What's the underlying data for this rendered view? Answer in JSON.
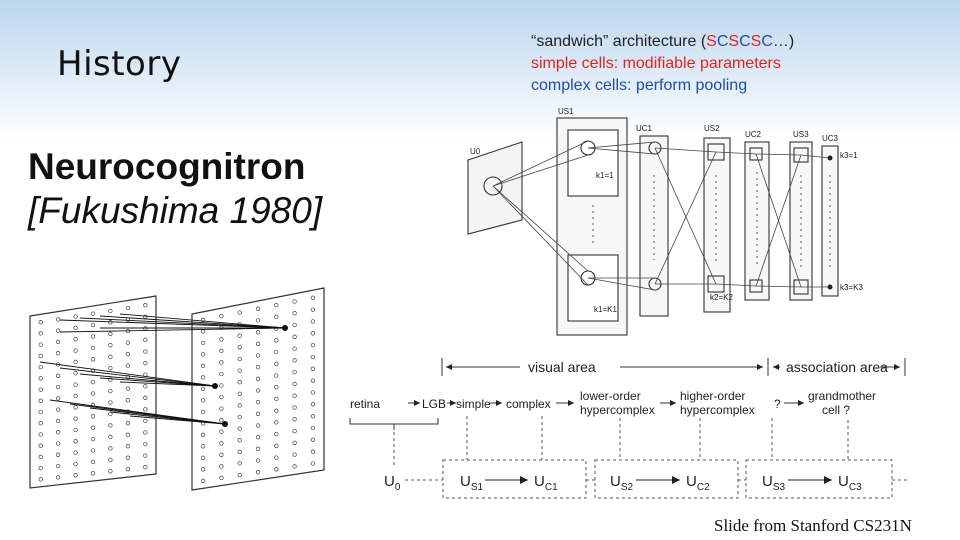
{
  "slide": {
    "title": "History",
    "model_name": "Neurocognitron",
    "citation": "[Fukushima 1980]",
    "credit": "Slide from Stanford CS231N"
  },
  "notes": {
    "line1_prefix": "“sandwich” architecture (",
    "line1_S1": "S",
    "line1_C1": "C",
    "line1_S2": "S",
    "line1_C2": "C",
    "line1_S3": "S",
    "line1_C3": "C",
    "line1_suffix": "…)",
    "line2": "simple cells: modifiable parameters",
    "line3": "complex cells: perform pooling"
  },
  "network_figure": {
    "u0": "U0",
    "layers": [
      "US1",
      "UC1",
      "US2",
      "UC2",
      "US3",
      "UC3"
    ],
    "k_top": "k1=1",
    "k_bottom": "k1=K1",
    "k_s2": "k2=K2",
    "k_c3_top": "k3=1",
    "k_c3_bottom": "k3=K3"
  },
  "hierarchy_figure": {
    "visual_area": "visual area",
    "association_area": "association area",
    "stages": [
      "retina",
      "LGB",
      "simple",
      "complex",
      "lower-order",
      "hypercomplex",
      "higher-order",
      "hypercomplex",
      "?",
      "grandmother",
      "cell ?"
    ],
    "row_u0": "U",
    "row_u0_sub": "0",
    "boxes": [
      {
        "a": "U",
        "a_sub": "S1",
        "b": "U",
        "b_sub": "C1"
      },
      {
        "a": "U",
        "a_sub": "S2",
        "b": "U",
        "b_sub": "C2"
      },
      {
        "a": "U",
        "a_sub": "S3",
        "b": "U",
        "b_sub": "C3"
      }
    ]
  }
}
